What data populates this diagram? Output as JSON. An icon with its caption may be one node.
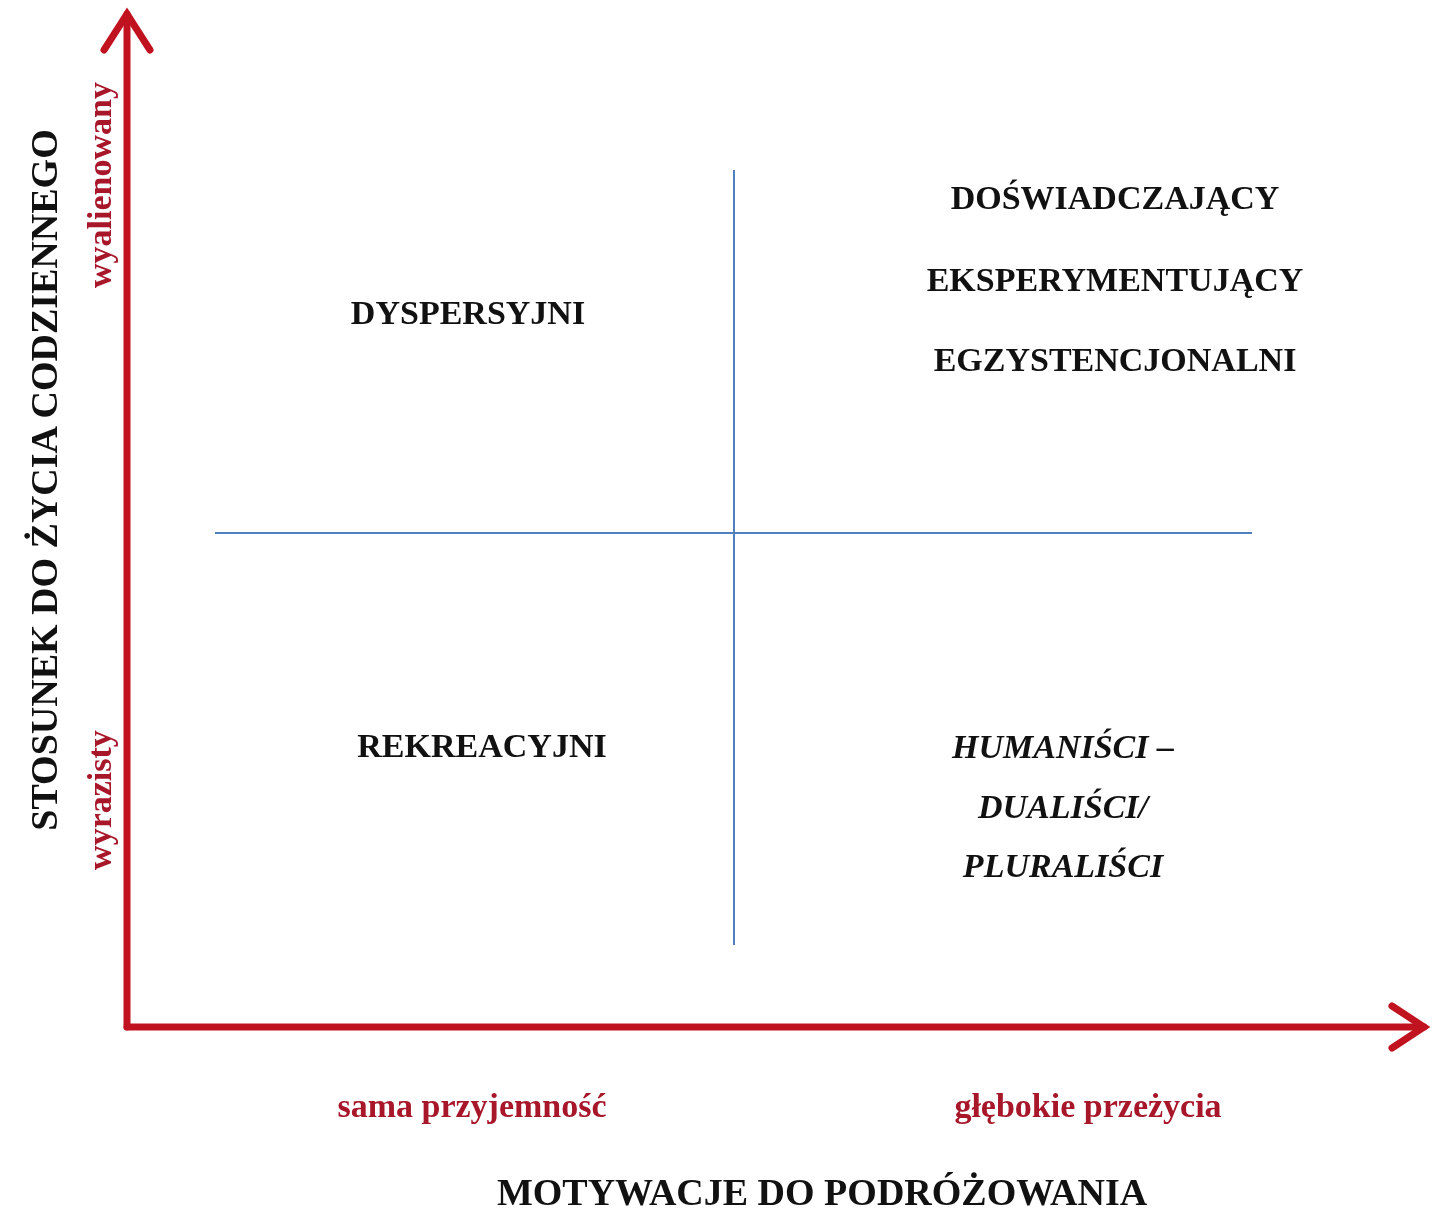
{
  "diagram": {
    "labels": [
      "STOSUNEK DO ŻYCIA CODZIENNEGO",
      "wyalienowany",
      "DOŚWIADCZAJĄCY",
      "EKSPERYMENTUJĄCY",
      "DYSPERSYJNI",
      "EGZYSTENCJONALNI",
      "wyrazisty",
      "REKREACYJNI",
      "HUMANIŚCI – DUALIŚCI/ PLURALIŚCI",
      "sama przyjemność",
      "głębokie przeżycia",
      "MOTYWACJE DO PODRÓŻOWANIA"
    ]
  }
}
